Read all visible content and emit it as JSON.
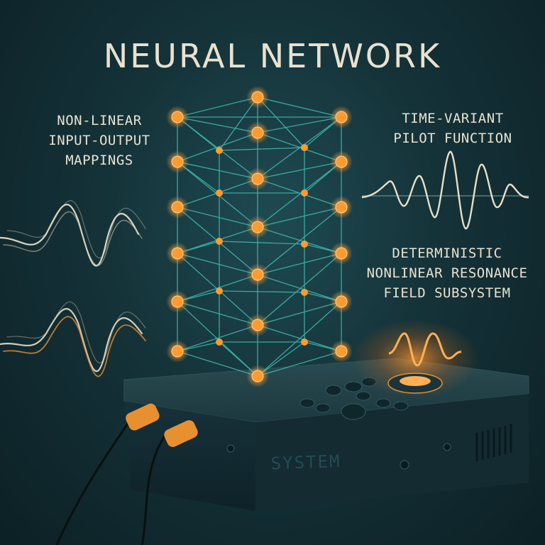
{
  "title": "NEURAL NETWORK",
  "labels": {
    "left": [
      "NON-LINEAR",
      "INPUT-OUTPUT",
      "MAPPINGS"
    ],
    "right_top": [
      "TIME-VARIANT",
      "PILOT FUNCTION"
    ],
    "right_mid": [
      "DETERMINISTIC",
      "NONLINEAR RESONANCE",
      "FIELD SUBSYSTEM"
    ]
  },
  "device": {
    "label": "SYSTEM"
  },
  "colors": {
    "node": "#ff9a2e",
    "edge": "#3fbcb0",
    "wave_light": "#e8dfc6",
    "wave_orange": "#e8902f",
    "device_body": "#1a3a40"
  }
}
